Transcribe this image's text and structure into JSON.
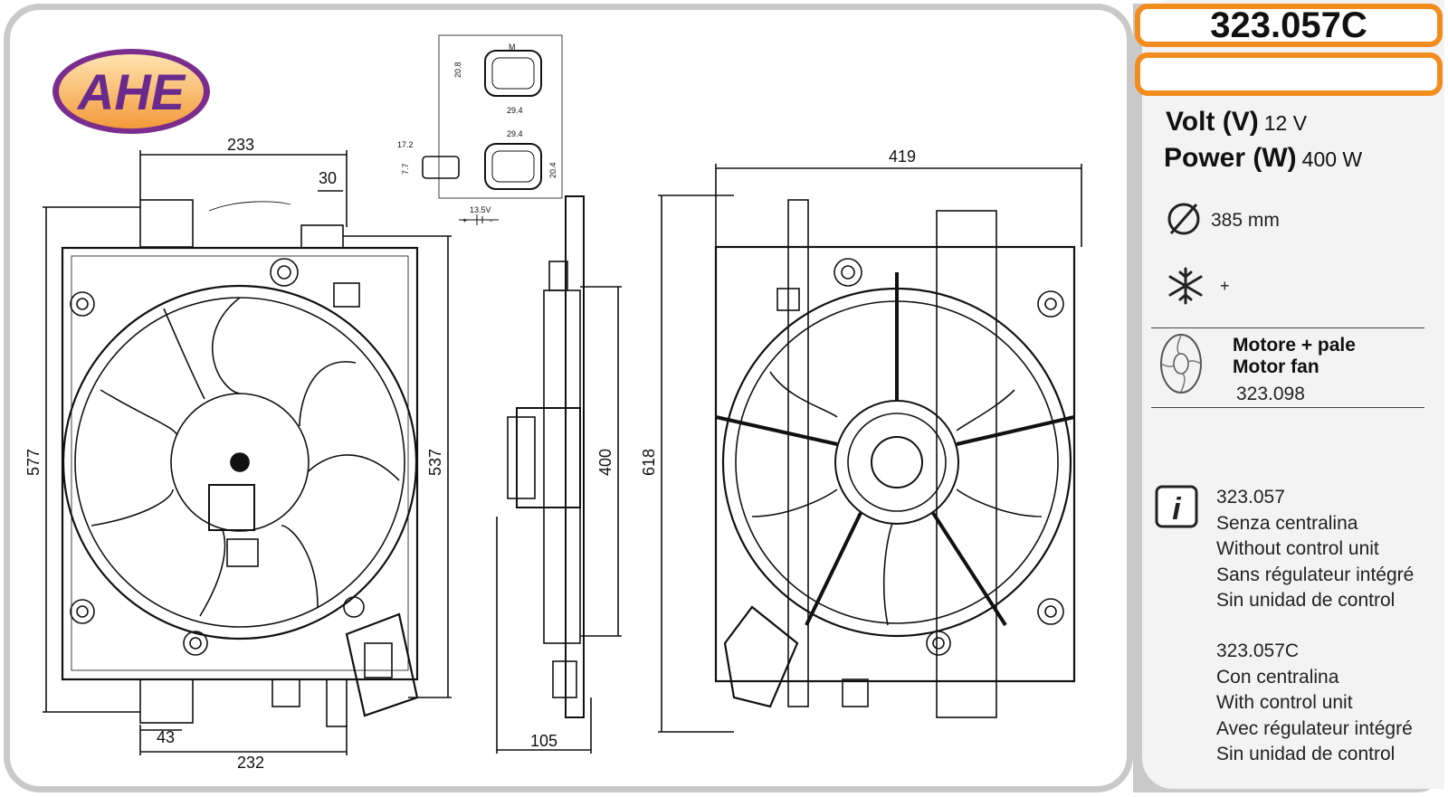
{
  "brand": {
    "logo_text": "AHE"
  },
  "part": {
    "code": "323.057C"
  },
  "specs": {
    "volt_label": "Volt (V)",
    "volt_value": "12 V",
    "power_label": "Power (W)",
    "power_value": "400 W",
    "diameter_value": "385 mm",
    "cooling_suffix": "+"
  },
  "related": {
    "line1": "Motore + pale",
    "line2": "Motor fan",
    "code": "323.098"
  },
  "info": {
    "group1": [
      "323.057",
      "Senza centralina",
      "Without control unit",
      "Sans régulateur intégré",
      "Sin unidad de control"
    ],
    "group2": [
      "323.057C",
      "Con centralina",
      "With control unit",
      "Avec régulateur intégré",
      "Sin unidad de control"
    ]
  },
  "dimensions": {
    "front_width_top": "233",
    "front_tab": "30",
    "front_height_outer": "577",
    "front_height_inner": "537",
    "front_bottom_tab": "43",
    "front_width_bottom": "232",
    "side_height": "400",
    "side_depth": "105",
    "rear_width": "419",
    "rear_height": "618"
  },
  "connector": {
    "dim_a": "20.8",
    "dim_b": "29.4",
    "dim_c": "29.4",
    "dim_d": "20.4",
    "dim_e": "17.2",
    "dim_f": "7.7",
    "dim_g": "13.5V",
    "plus": "+",
    "minus": "-",
    "motor": "M"
  },
  "colors": {
    "accent": "#f28c1e",
    "panel_border": "#c9c9c9",
    "logo_fill": "#7b2d8e",
    "logo_bg": "#f7a545"
  },
  "icons": [
    "diameter-icon",
    "snowflake-icon",
    "fan-thumbnail-icon",
    "info-icon"
  ]
}
